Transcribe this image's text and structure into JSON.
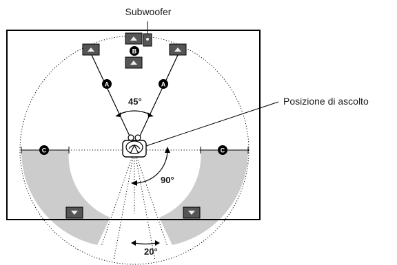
{
  "labels": {
    "subwoofer": "Subwoofer",
    "listening_position": "Posizione di ascolto",
    "angle_front": "45°",
    "angle_side": "90°",
    "angle_rear": "20°"
  },
  "markers": {
    "a": "A",
    "b": "B",
    "c": "C"
  },
  "colors": {
    "background": "#ffffff",
    "frame": "#000000",
    "shade": "#cccccc",
    "speaker_fill": "#555555",
    "speaker_face": "#eeeeee",
    "marker_fill": "#000000",
    "marker_text": "#ffffff"
  },
  "icons": {
    "speaker": "speaker-icon",
    "subwoofer": "subwoofer-icon",
    "listener": "listener-icon"
  }
}
